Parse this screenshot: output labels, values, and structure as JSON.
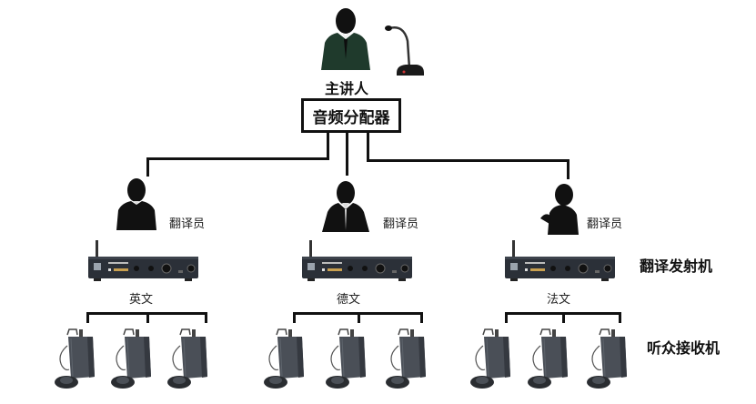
{
  "speaker": {
    "label": "主讲人",
    "suit_color": "#1f3a2c",
    "has_microphone": true
  },
  "splitter": {
    "label": "音频分配器"
  },
  "channels": [
    {
      "interpreter_label": "翻译员",
      "language": "英文",
      "receivers": 3
    },
    {
      "interpreter_label": "翻译员",
      "language": "德文",
      "receivers": 3
    },
    {
      "interpreter_label": "翻译员",
      "language": "法文",
      "receivers": 3
    }
  ],
  "row_labels": {
    "transmitter": "翻译发射机",
    "receiver": "听众接收机"
  },
  "icons": {
    "speaker": "person-suit-icon",
    "microphone": "gooseneck-microphone-icon",
    "interpreter": "person-silhouette-icon",
    "transmitter": "rack-transmitter-icon",
    "receiver": "bodypack-receiver-icon"
  },
  "colors": {
    "line": "#111111",
    "device": "#2b3038",
    "receiver": "#4a4f57"
  }
}
